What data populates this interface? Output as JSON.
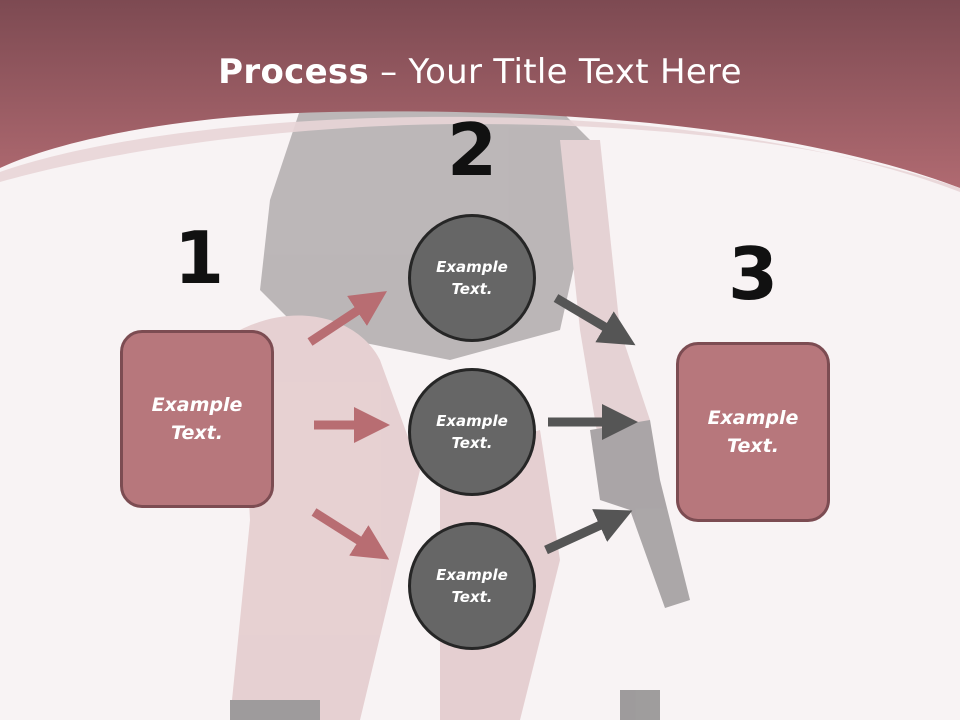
{
  "title": {
    "bold": "Process",
    "rest": " – Your Title Text Here"
  },
  "numbers": [
    "1",
    "2",
    "3"
  ],
  "left_box": {
    "line1": "Example",
    "line2": "Text."
  },
  "right_box": {
    "line1": "Example",
    "line2": "Text."
  },
  "circles": [
    {
      "line1": "Example",
      "line2": "Text."
    },
    {
      "line1": "Example",
      "line2": "Text."
    },
    {
      "line1": "Example",
      "line2": "Text."
    }
  ],
  "colors": {
    "header": "#a6676d",
    "box": "#b7777c",
    "box_border": "#7c4c52",
    "circle": "#666666",
    "circle_border": "#262626",
    "pink_arrow": "#b86d72",
    "gray_arrow": "#555555"
  }
}
